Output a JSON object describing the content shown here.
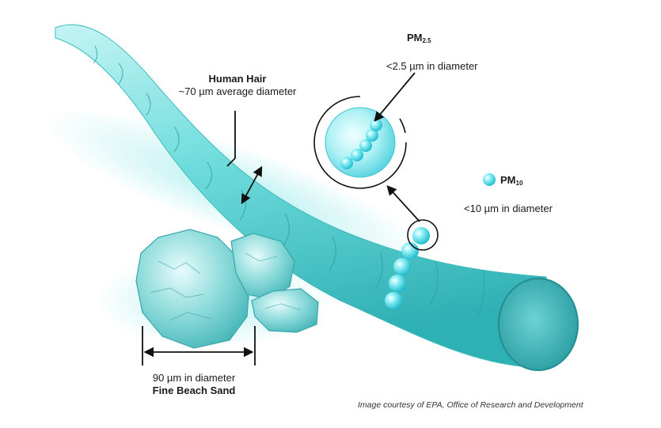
{
  "hair": {
    "title": "Human Hair",
    "caption": "~70 µm average diameter"
  },
  "pm25": {
    "name_base": "PM",
    "name_sub": "2.5",
    "caption": "<2.5 µm in diameter"
  },
  "pm10": {
    "name_base": "PM",
    "name_sub": "10",
    "caption": "<10 µm in diameter"
  },
  "sand": {
    "caption": "90 µm in diameter",
    "title": "Fine Beach Sand"
  },
  "credit": "Image courtesy of EPA, Office of Research and Development",
  "colors": {
    "hair": "#5fd6d6",
    "hair_light": "#b6f1f1",
    "hair_dark": "#2aa7ab",
    "particle": "#46d2e2",
    "sand": "#7fd3d3",
    "text": "#1a1a1a"
  }
}
